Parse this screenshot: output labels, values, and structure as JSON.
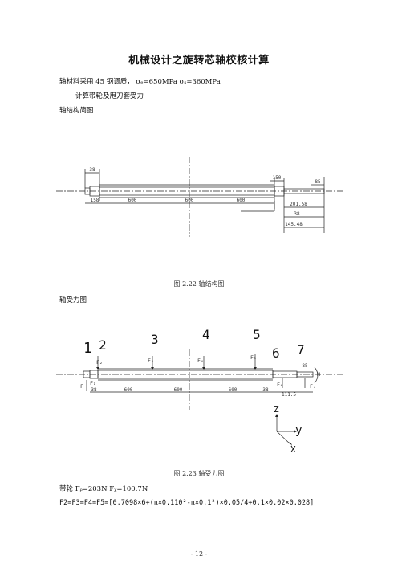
{
  "title": "机械设计之旋转芯轴校核计算",
  "intro": {
    "material_line": "轴材料采用 45 钢调质， σₑ=650MPa   σₛ=360MPa",
    "subheading": "计算带轮及甩刀套受力",
    "structure_heading": "轴结构简图"
  },
  "fig1": {
    "caption": "图 2.22  轴结构图",
    "dims": {
      "d38": "38",
      "d158": "158",
      "d600a": "600",
      "d600b": "600",
      "d600c": "600",
      "d150": "150",
      "d201": "201.58",
      "d38b": "38",
      "d145": "145.48",
      "d85": "85"
    }
  },
  "force_heading": "轴受力图",
  "fig2": {
    "caption": "图 2.23  轴受力图",
    "numbers": [
      "1",
      "2",
      "3",
      "4",
      "5",
      "6",
      "7"
    ],
    "forces": {
      "f2": "F₂",
      "f3": "F₃",
      "f4": "F₄",
      "f5": "F₅",
      "f1": "F₁",
      "fb": "F",
      "f6": "F₆",
      "f7": "F₇",
      "m": "M"
    },
    "dims": {
      "d38a": "38",
      "d600a": "600",
      "d600b": "600",
      "d600c": "600",
      "d38b": "38",
      "d111": "111.5",
      "d85": "85"
    },
    "axes": {
      "z": "Z",
      "y": "y",
      "x": "X"
    }
  },
  "belt_line": "带轮 Fᵨ=203N   Fᵪ=100.7N",
  "formula_line": "F2=F3=F4=F5=[0.7098×6+(π×0.110²-π×0.1²)×0.05/4+0.1×0.02×0.028]",
  "page_number": "- 12 -"
}
